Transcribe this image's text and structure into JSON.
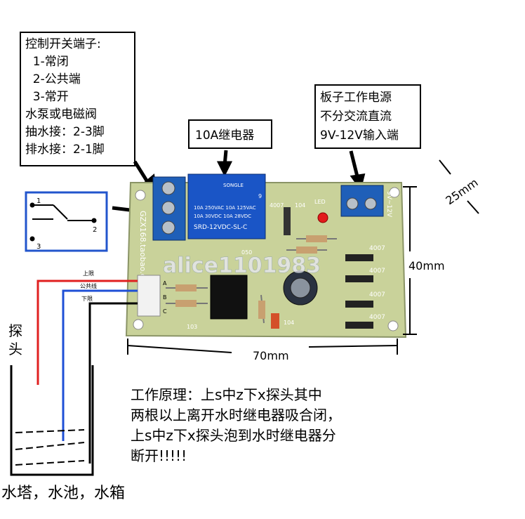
{
  "terminal_note": {
    "title": "控制开关端子:",
    "lines": [
      "  1-常闭",
      "  2-公共端",
      "  3-常开",
      "水泵或电磁阀",
      "抽水接：2-3脚",
      "排水接：2-1脚"
    ]
  },
  "power_note": {
    "lines": [
      "板子工作电源",
      "不分交流直流",
      "9V-12V输入端"
    ]
  },
  "relay_label": "10A继电器",
  "switch_diagram": {
    "pin1": "1",
    "pin2": "2",
    "pin3": "3"
  },
  "probe_wires": {
    "upper": "上限",
    "common": "公共线",
    "lower": "下限"
  },
  "probe_label": "探\n头",
  "tank_label": "水塔，水池，水箱",
  "principle": {
    "lines": [
      "工作原理：上s中z下x探头其中",
      "两根以上离开水时继电器吸合闭，",
      "上s中z下x探头泡到水时继电器分",
      "断开!!!!!"
    ]
  },
  "dimensions": {
    "width": "70mm",
    "height": "40mm",
    "depth": "25mm"
  },
  "board": {
    "relay_brand": "SONGLE",
    "relay_ratings": [
      "10A 250VAC  10A 125VAC",
      "10A 30VDC   10A 28VDC"
    ],
    "relay_model": "SRD-12VDC-SL-C",
    "relay_pin": "9",
    "silkscreen": "GZX168.taobao.com",
    "power_mark": "9V~12V",
    "led_label": "LED",
    "diode_labels": [
      "4007",
      "4007",
      "4007",
      "4007",
      "4007"
    ],
    "cap_labels": [
      "104",
      "104",
      "050",
      "103"
    ],
    "connector_pins": [
      "A",
      "B",
      "C"
    ]
  },
  "watermark": "alice1101983",
  "colors": {
    "board": "#c9d29a",
    "terminal": "#1f5fb8",
    "relay": "#1a55c6",
    "wire_red": "#e02020",
    "wire_blue": "#1e4fd6"
  }
}
